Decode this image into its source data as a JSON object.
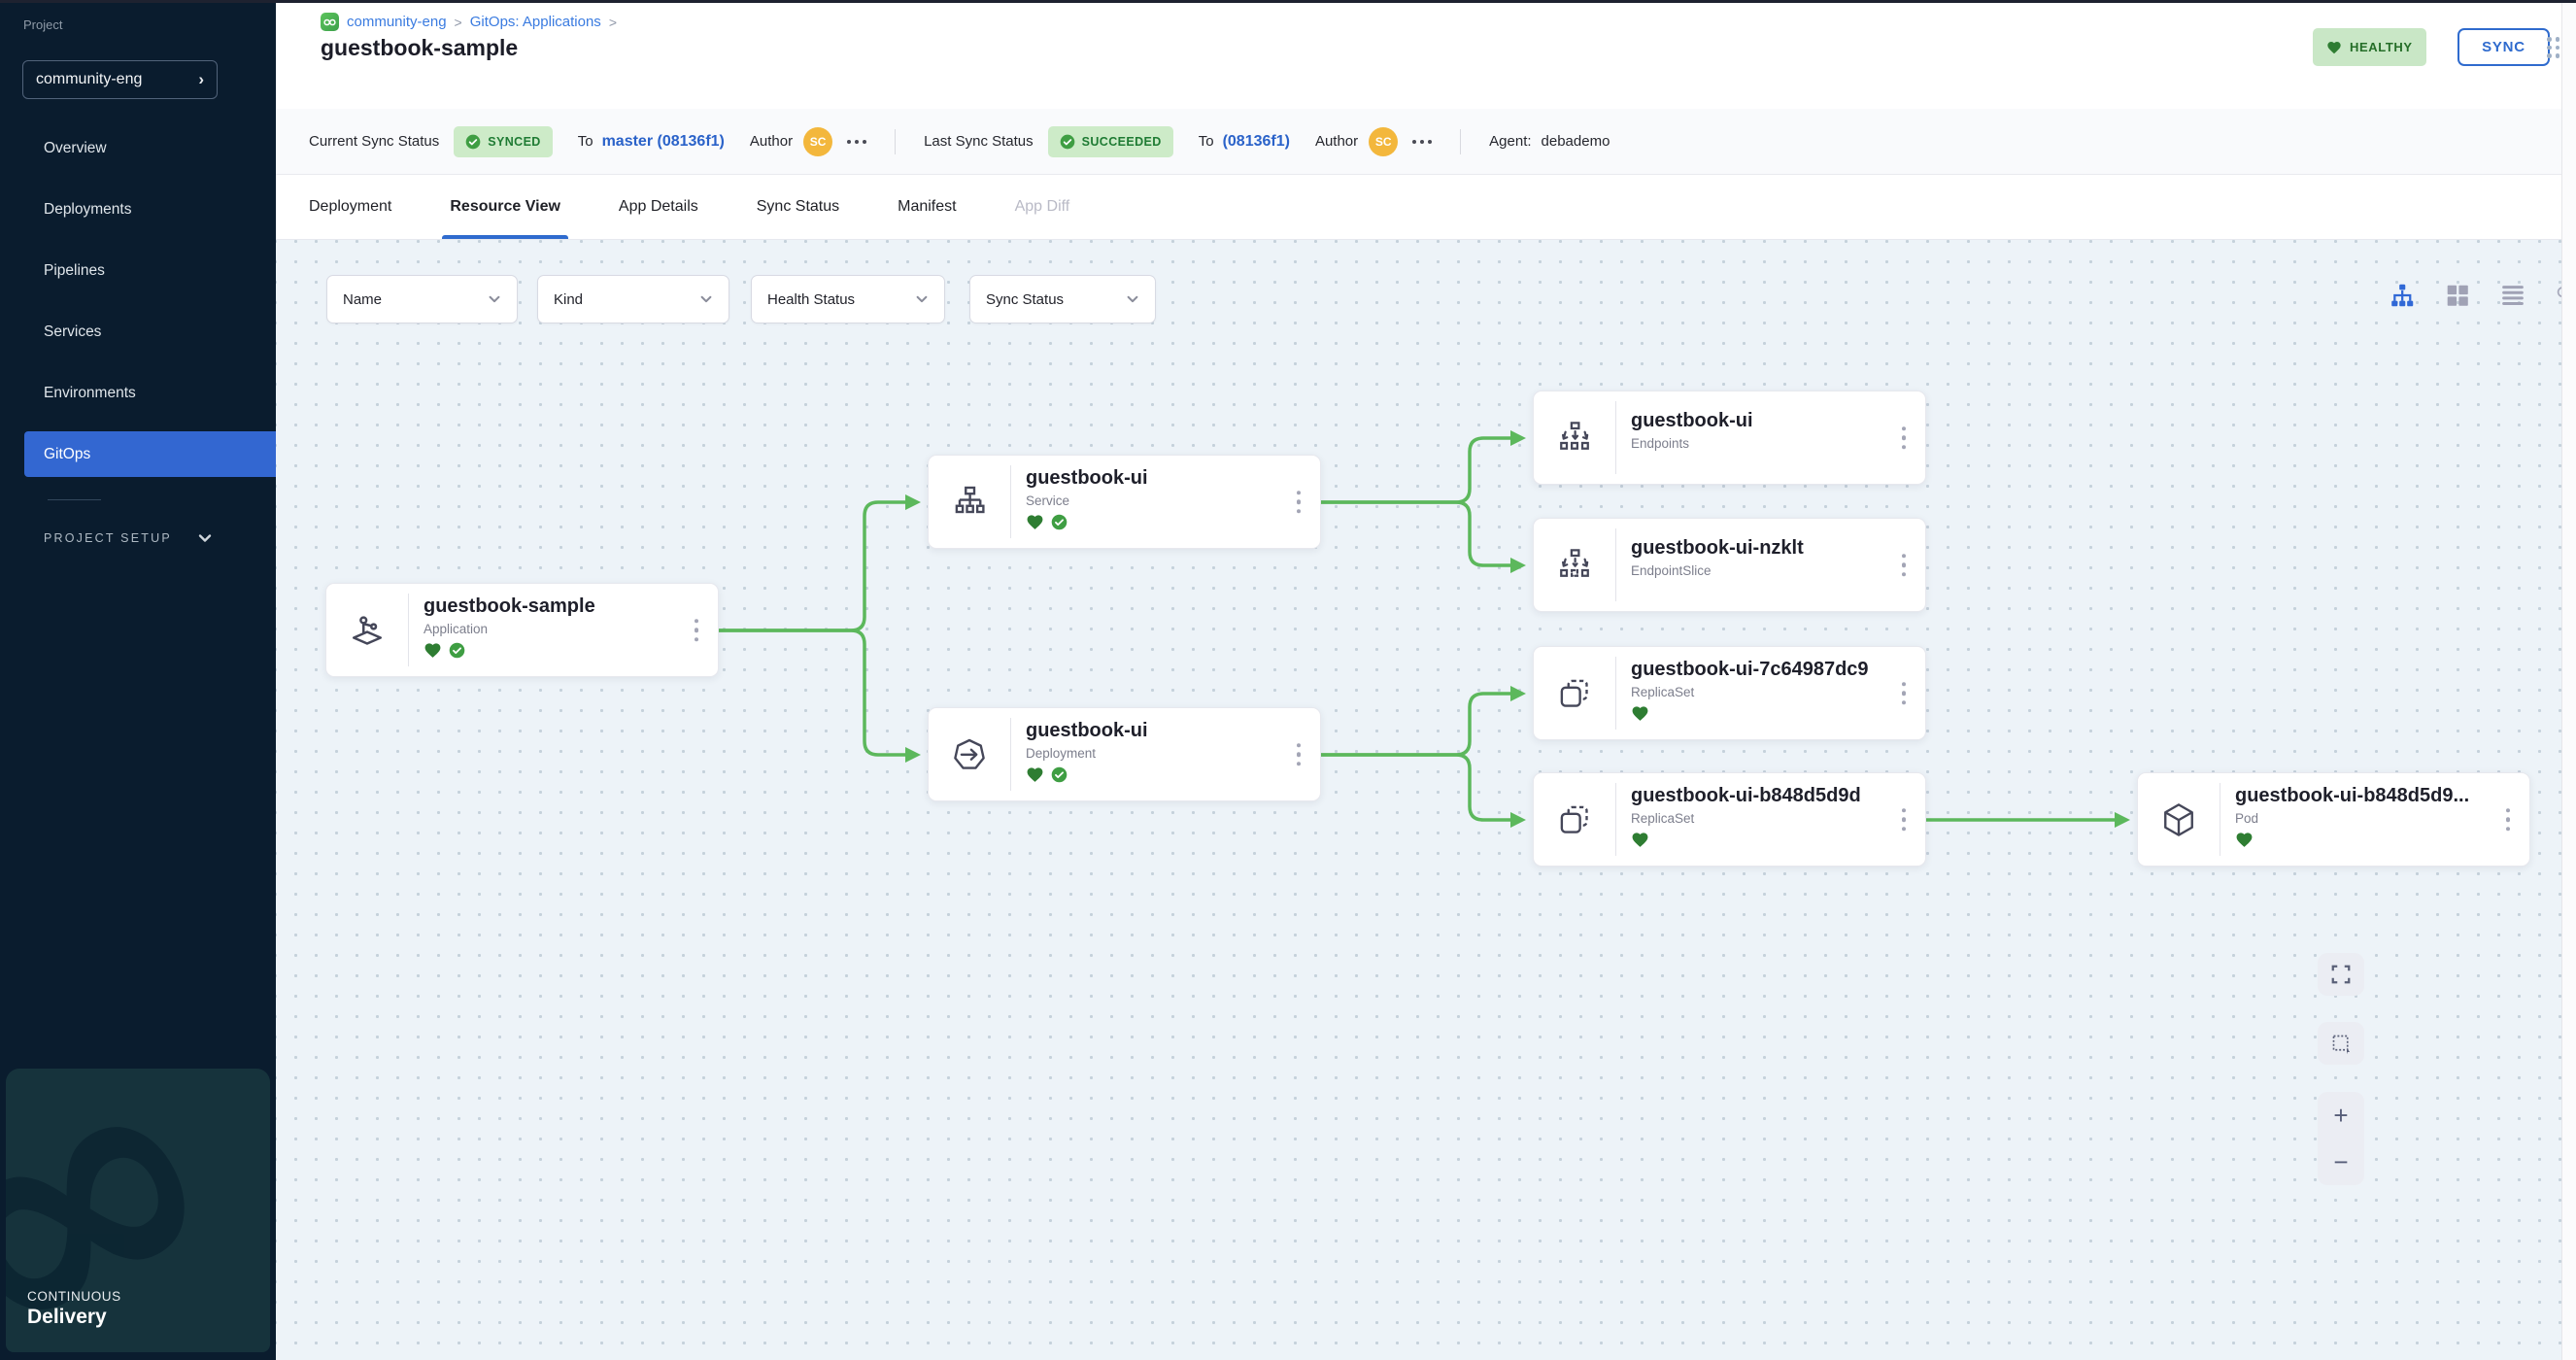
{
  "sidebar": {
    "project_label": "Project",
    "project_value": "community-eng",
    "items": [
      {
        "label": "Overview"
      },
      {
        "label": "Deployments"
      },
      {
        "label": "Pipelines"
      },
      {
        "label": "Services"
      },
      {
        "label": "Environments"
      },
      {
        "label": "GitOps",
        "active": true
      }
    ],
    "project_setup_label": "PROJECT SETUP",
    "brand": {
      "line1": "CONTINUOUS",
      "line2": "Delivery"
    }
  },
  "header": {
    "breadcrumb": {
      "crumb1": "community-eng",
      "crumb2": "GitOps: Applications",
      "separator": ">"
    },
    "title": "guestbook-sample",
    "health_label": "HEALTHY",
    "sync_label": "SYNC"
  },
  "status_bar": {
    "current": {
      "label": "Current Sync Status",
      "badge": "SYNCED",
      "to": "To",
      "target": "master (08136f1)",
      "author": "Author",
      "initials": "SC"
    },
    "last": {
      "label": "Last Sync Status",
      "badge": "SUCCEEDED",
      "to": "To",
      "target": "(08136f1)",
      "author": "Author",
      "initials": "SC"
    },
    "agent": {
      "label": "Agent:",
      "value": "debademo"
    }
  },
  "tabs": [
    {
      "label": "Deployment"
    },
    {
      "label": "Resource View",
      "active": true
    },
    {
      "label": "App Details"
    },
    {
      "label": "Sync Status"
    },
    {
      "label": "Manifest"
    },
    {
      "label": "App Diff",
      "disabled": true
    }
  ],
  "filters": [
    {
      "label": "Name"
    },
    {
      "label": "Kind"
    },
    {
      "label": "Health Status"
    },
    {
      "label": "Sync Status"
    }
  ],
  "canvas": {
    "nodes": [
      {
        "title": "guestbook-sample",
        "kind": "Application",
        "icon": "application-icon",
        "health": "healthy",
        "synced": true
      },
      {
        "title": "guestbook-ui",
        "kind": "Service",
        "icon": "service-icon",
        "health": "healthy",
        "synced": true
      },
      {
        "title": "guestbook-ui",
        "kind": "Deployment",
        "icon": "deployment-icon",
        "health": "healthy",
        "synced": true
      },
      {
        "title": "guestbook-ui",
        "kind": "Endpoints",
        "icon": "endpoints-icon"
      },
      {
        "title": "guestbook-ui-nzklt",
        "kind": "EndpointSlice",
        "icon": "endpointslice-icon"
      },
      {
        "title": "guestbook-ui-7c64987dc9",
        "kind": "ReplicaSet",
        "icon": "replicaset-icon",
        "health": "healthy"
      },
      {
        "title": "guestbook-ui-b848d5d9d",
        "kind": "ReplicaSet",
        "icon": "replicaset-icon",
        "health": "healthy"
      },
      {
        "title": "guestbook-ui-b848d5d9...",
        "kind": "Pod",
        "icon": "pod-icon",
        "health": "healthy"
      }
    ]
  },
  "colors": {
    "accent_blue": "#2f6bce",
    "link_blue": "#3a7be0",
    "commit_blue": "#2a62c9",
    "connector_green": "#5cb85c",
    "health_green": "#2e7d32",
    "sync_check_green": "#3f9e43",
    "badge_bg_green": "#cdebc8",
    "badge_text_green": "#1e7b33",
    "sidebar_bg": "#0a1c2e",
    "sidebar_active_blue": "#3367d1",
    "avatar_orange": "#f3b73c",
    "canvas_bg": "#edf3f8"
  }
}
